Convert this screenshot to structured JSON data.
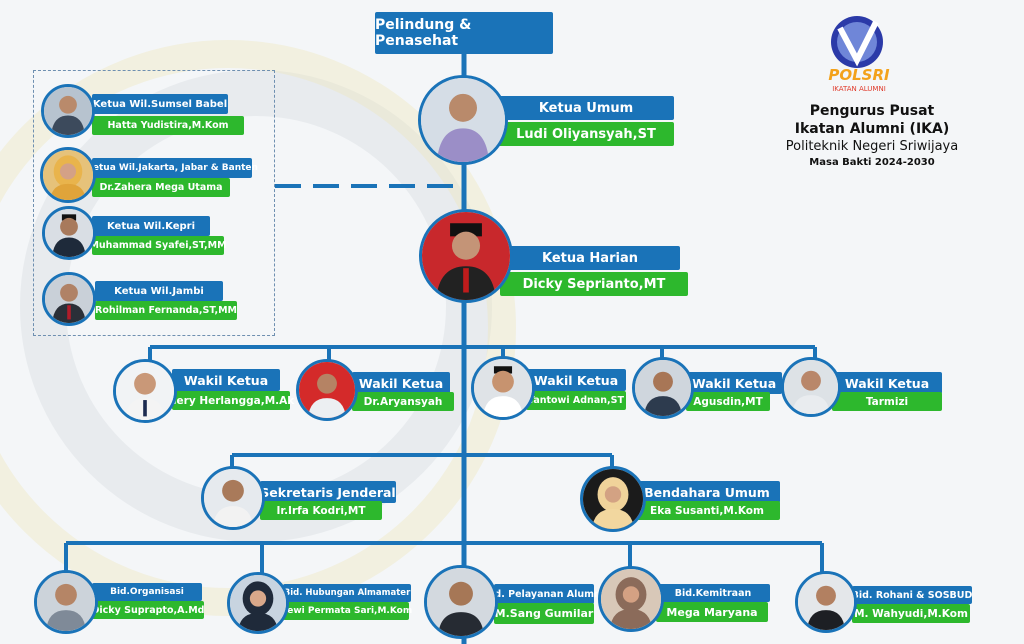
{
  "top": {
    "label": "Pelindung & Penasehat"
  },
  "organization": {
    "logo_brand": "POLSRI",
    "logo_subtitle": "IKATAN ALUMNI",
    "line1": "Pengurus Pusat",
    "line2": "Ikatan Alumni (IKA)",
    "line3": "Politeknik Negeri Sriwijaya",
    "line4": "Masa Bakti 2024-2030"
  },
  "ketua_umum": {
    "role": "Ketua Umum",
    "name": "Ludi Oliyansyah,ST"
  },
  "ketua_harian": {
    "role": "Ketua Harian",
    "name": "Dicky Seprianto,MT"
  },
  "regional": [
    {
      "role": "Ketua Wil.Sumsel Babel",
      "name": "Hatta Yudistira,M.Kom"
    },
    {
      "role": "Ketua Wil.Jakarta, Jabar & Banten",
      "name": "Dr.Zahera Mega Utama"
    },
    {
      "role": "Ketua Wil.Kepri",
      "name": "Muhammad Syafei,ST,MM"
    },
    {
      "role": "Ketua Wil.Jambi",
      "name": "Rohilman Fernanda,ST,MM"
    }
  ],
  "wakil": [
    {
      "role": "Wakil Ketua",
      "name": "Hery Herlangga,M.Ak"
    },
    {
      "role": "Wakil Ketua",
      "name": "Dr.Aryansyah"
    },
    {
      "role": "Wakil Ketua",
      "name": "Tantowi Adnan,ST"
    },
    {
      "role": "Wakil Ketua",
      "name": "Agusdin,MT"
    },
    {
      "role": "Wakil Ketua",
      "name": "Tarmizi"
    }
  ],
  "sekretaris": {
    "role": "Sekretaris Jenderal",
    "name": "Ir.Irfa Kodri,MT"
  },
  "bendahara": {
    "role": "Bendahara Umum",
    "name": "Eka Susanti,M.Kom"
  },
  "bidang": [
    {
      "role": "Bid.Organisasi",
      "name": "Dicky Suprapto,A.Md"
    },
    {
      "role": "Bid. Hubungan Almamater",
      "name": "Dewi Permata Sari,M.Kom"
    },
    {
      "role": "Bid. Pelayanan Alumni",
      "name": "M.Sang Gumilar"
    },
    {
      "role": "Bid.Kemitraan",
      "name": "Mega Maryana"
    },
    {
      "role": "Bid. Rohani & SOSBUD",
      "name": "M. Wahyudi,M.Kom"
    }
  ],
  "colors": {
    "role_box": "#1a73b8",
    "name_box": "#2db82d",
    "line": "#1a73b8"
  }
}
